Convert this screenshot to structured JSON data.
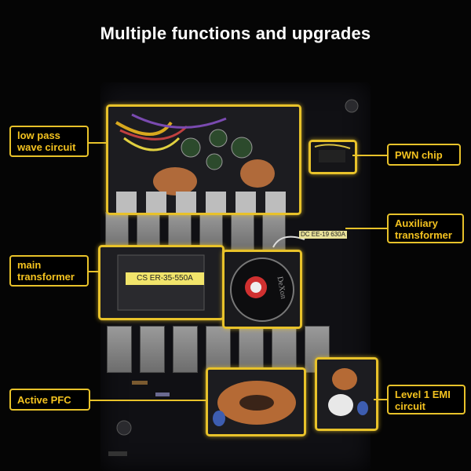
{
  "title": "Multiple functions and upgrades",
  "labels": {
    "low_pass": "low pass\nwave circuit",
    "low_pass_line1": "low pass",
    "low_pass_line2": "wave circuit",
    "pwn_chip": "PWN chip",
    "aux_line1": "Auxiliary",
    "aux_line2": "transformer",
    "main_line1": "main",
    "main_line2": "transformer",
    "active_pfc": "Active PFC",
    "emi_line1": "Level 1 EMI",
    "emi_line2": "circuit"
  },
  "component_text": {
    "main_transformer_sticker": "CS ER-35-550A",
    "aux_transformer_sticker": "DC EE-19 630A",
    "capacitor_brand": "DeXon"
  },
  "colors": {
    "highlight": "#e8c22a",
    "label_text": "#f3c21f",
    "background": "#050505"
  }
}
